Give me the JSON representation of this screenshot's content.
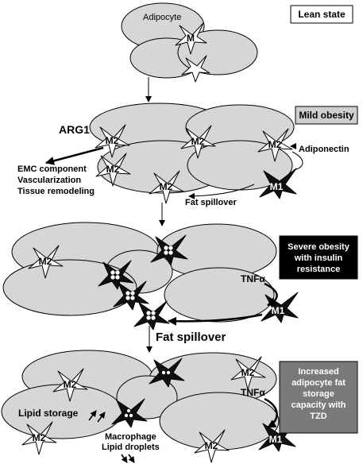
{
  "labels": {
    "adipocyte": "Adipocyte",
    "lean_state": "Lean state",
    "mild_obesity": "Mild obesity",
    "severe_obesity": "Severe obesity with insulin resistance",
    "severe_obesity_lines": [
      "Severe obesity",
      "with insulin",
      "resistance"
    ],
    "tzd": "Increased adipocyte fat storage capacity with TZD",
    "tzd_lines": [
      "Increased",
      "adipocyte fat",
      "storage",
      "capacity with",
      "TZD"
    ],
    "arg1": "ARG1",
    "emc_lines": [
      "EMC component",
      "Vascularization",
      "Tissue remodeling"
    ],
    "adiponectin": "Adiponectin",
    "fat_spillover_small": "Fat spillover",
    "fat_spillover_big": "Fat spillover",
    "tnf_1": "TNFα",
    "tnf_2": "TNFα",
    "lipid_storage": "Lipid storage",
    "macrophage_lipid_lines": [
      "Macrophage",
      "Lipid droplets"
    ]
  },
  "macrophage_labels": {
    "m": "M",
    "m1": "M1",
    "m2": "M2"
  },
  "colors": {
    "adipocyte_fill": "#d6d6d6",
    "m1_fill": "#111111",
    "severe_box": "#000000",
    "tzd_box": "#7a7a7a",
    "mild_box": "#cfcfcf"
  }
}
